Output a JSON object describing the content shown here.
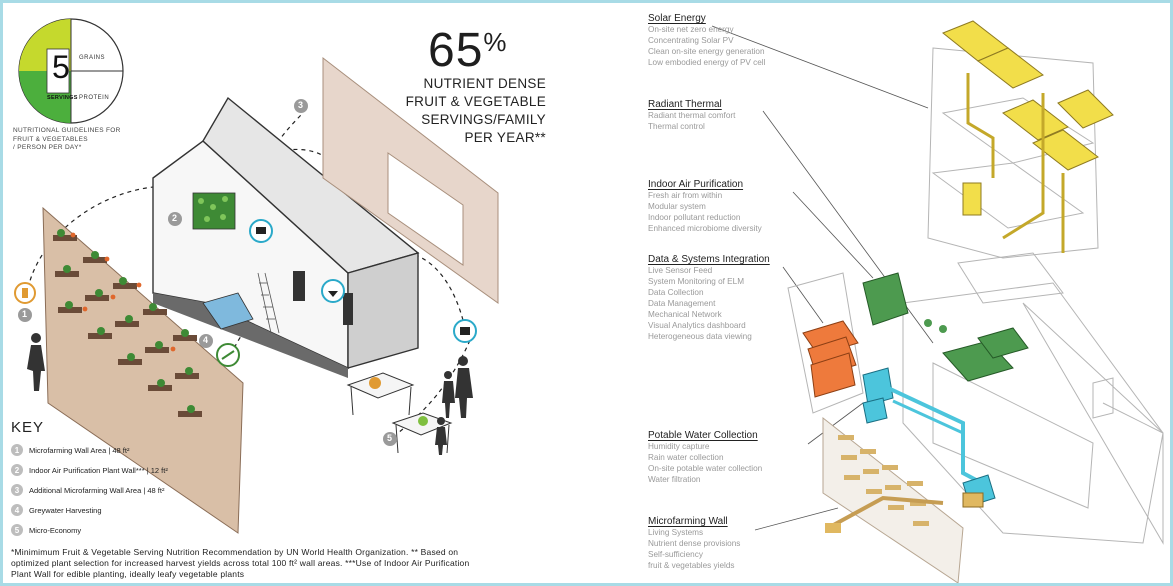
{
  "nutrition": {
    "servings_number": "5",
    "servings_label": "SERVINGS",
    "grains_label": "GRAINS",
    "protein_label": "PROTEIN",
    "guideline_text": [
      "NUTRITIONAL GUIDELINES FOR",
      "FRUIT & VEGETABLES",
      "/ PERSON PER DAY*"
    ]
  },
  "headline": {
    "percent": "65",
    "percent_sign": "%",
    "lines": [
      "NUTRIENT DENSE",
      "FRUIT & VEGETABLE",
      "SERVINGS/FAMILY",
      "PER YEAR**"
    ]
  },
  "markers": [
    "1",
    "2",
    "3",
    "4",
    "5"
  ],
  "key": {
    "title": "KEY",
    "items": [
      {
        "num": "1",
        "text": "Microfarming Wall Area | 48 ft²"
      },
      {
        "num": "2",
        "text": "Indoor Air Purification Plant Wall*** | 12 ft²"
      },
      {
        "num": "3",
        "text": "Additional Microfarming Wall Area | 48 ft²"
      },
      {
        "num": "4",
        "text": "Greywater Harvesting"
      },
      {
        "num": "5",
        "text": "Micro-Economy"
      }
    ]
  },
  "footnote": [
    "*Minimimum Fruit & Vegetable Serving Nutrition Recommendation by UN World Health Organization. ** Based on",
    "optimized plant selection for increased harvest yields across total 100 ft² wall areas. ***Use of Indoor Air Purification",
    "Plant Wall for edible planting, ideally leafy vegetable plants"
  ],
  "systems": [
    {
      "heading": "Solar Energy",
      "items": [
        "On-site net zero energy",
        "Concentrating Solar PV",
        "Clean on-site energy generation",
        "Low embodied energy of PV cell"
      ]
    },
    {
      "heading": "Radiant Thermal",
      "items": [
        "Radiant thermal comfort",
        "Thermal control"
      ]
    },
    {
      "heading": "Indoor Air Purification",
      "items": [
        "Fresh air from within",
        "Modular system",
        "Indoor pollutant reduction",
        "Enhanced microbiome diversity"
      ]
    },
    {
      "heading": "Data & Systems Integration",
      "items": [
        "Live Sensor Feed",
        "System Monitoring of ELM",
        "Data Collection",
        "Data Management",
        "Mechanical Network",
        "Visual Analytics dashboard",
        "Heterogeneous data viewing"
      ]
    },
    {
      "heading": "Potable Water Collection",
      "items": [
        "Humidity capture",
        "Rain water collection",
        "On-site potable water collection",
        "Water filtration"
      ]
    },
    {
      "heading": "Microfarming Wall",
      "items": [
        "Living Systems",
        "Nutrient dense provisions",
        "Self-sufficiency",
        "fruit & vegetables yields"
      ]
    }
  ],
  "colors": {
    "border": "#a8dbe6",
    "green_light": "#c5d92d",
    "green_dark": "#4caf3d",
    "solar_yellow": "#f2de4a",
    "air_green": "#4d9a4f",
    "data_orange": "#ee7a3c",
    "water_cyan": "#4cc5dc",
    "soil_tan": "#d7b36a",
    "marker_cyan": "#2aa9c9"
  }
}
